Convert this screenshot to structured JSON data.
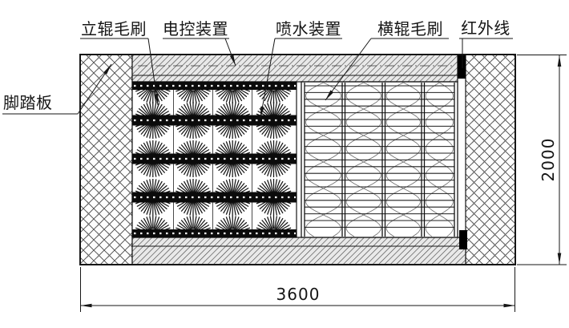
{
  "diagram": {
    "callouts": {
      "vertical_roller_brush": "立辊毛刷",
      "electric_control_unit": "电控装置",
      "water_spray_unit": "喷水装置",
      "horizontal_roller_brush": "横辊毛刷",
      "infrared": "红外线",
      "foot_board": "脚踏板"
    },
    "dimensions": {
      "length": "3600",
      "height": "2000"
    },
    "colors": {
      "line": "#161616",
      "hatch_fill": "#e9e9e9",
      "background": "#ffffff"
    }
  }
}
